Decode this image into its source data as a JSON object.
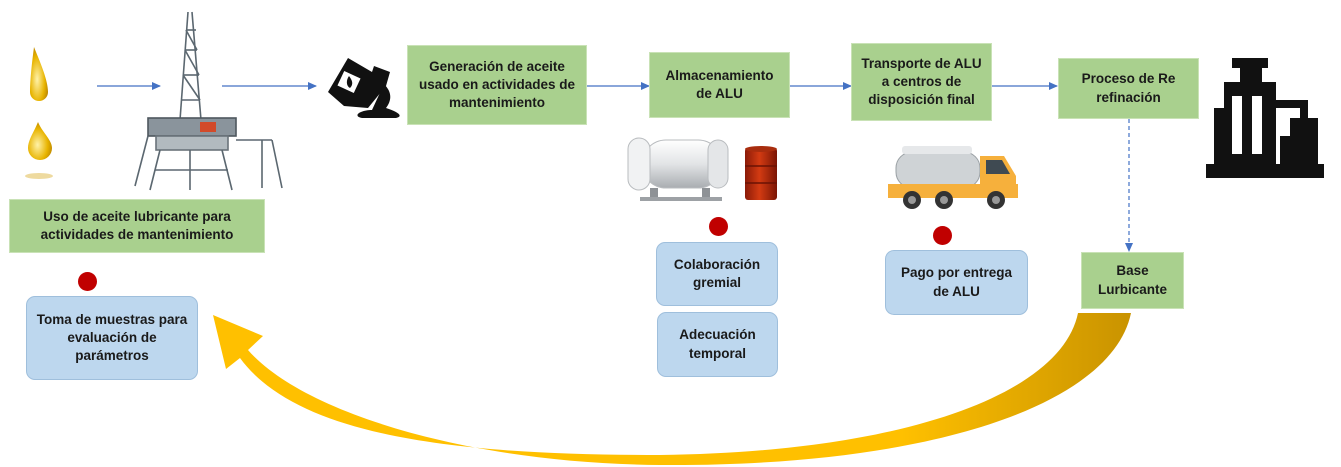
{
  "steps": {
    "uso": "Uso de aceite lubricante para actividades de mantenimiento",
    "generacion": "Generación de aceite usado en actividades de mantenimiento",
    "almacenamiento": "Almacenamiento de ALU",
    "transporte": "Transporte de ALU a centros de disposición final",
    "proceso": "Proceso de Re refinación",
    "base": "Base Lurbicante"
  },
  "notes": {
    "toma": "Toma de muestras para evaluación de parámetros",
    "colaboracion": "Colaboración gremial",
    "adecuacion": "Adecuación temporal",
    "pago": "Pago por entrega de ALU"
  },
  "colors": {
    "step_fill": "#a9d08e",
    "note_fill": "#bdd7ee",
    "arrow": "#4472c4",
    "marker": "#c00000",
    "cycle_arrow": "#ffc000"
  },
  "icons": [
    "oil-drops-icon",
    "drilling-rig-icon",
    "oil-spill-icon",
    "storage-tank-icon",
    "oil-barrel-icon",
    "tanker-truck-icon",
    "refinery-icon"
  ]
}
